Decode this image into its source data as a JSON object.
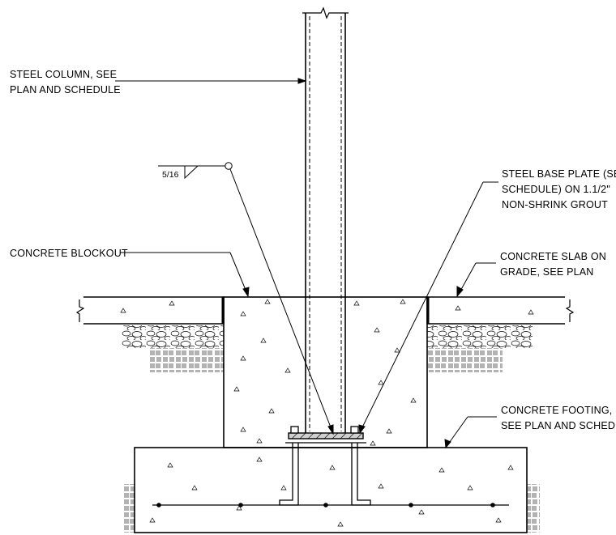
{
  "labels": {
    "steel_column": [
      "STEEL COLUMN, SEE",
      "PLAN AND SCHEDULE"
    ],
    "weld_size": "5/16",
    "base_plate": [
      "STEEL BASE PLATE (SEE",
      "SCHEDULE) ON 1.1/2\"",
      "NON-SHRINK GROUT"
    ],
    "concrete_blockout": "CONCRETE BLOCKOUT",
    "concrete_slab": [
      "CONCRETE SLAB ON",
      "GRADE, SEE PLAN"
    ],
    "concrete_footing": [
      "CONCRETE FOOTING,",
      "SEE PLAN AND SCHED"
    ]
  }
}
